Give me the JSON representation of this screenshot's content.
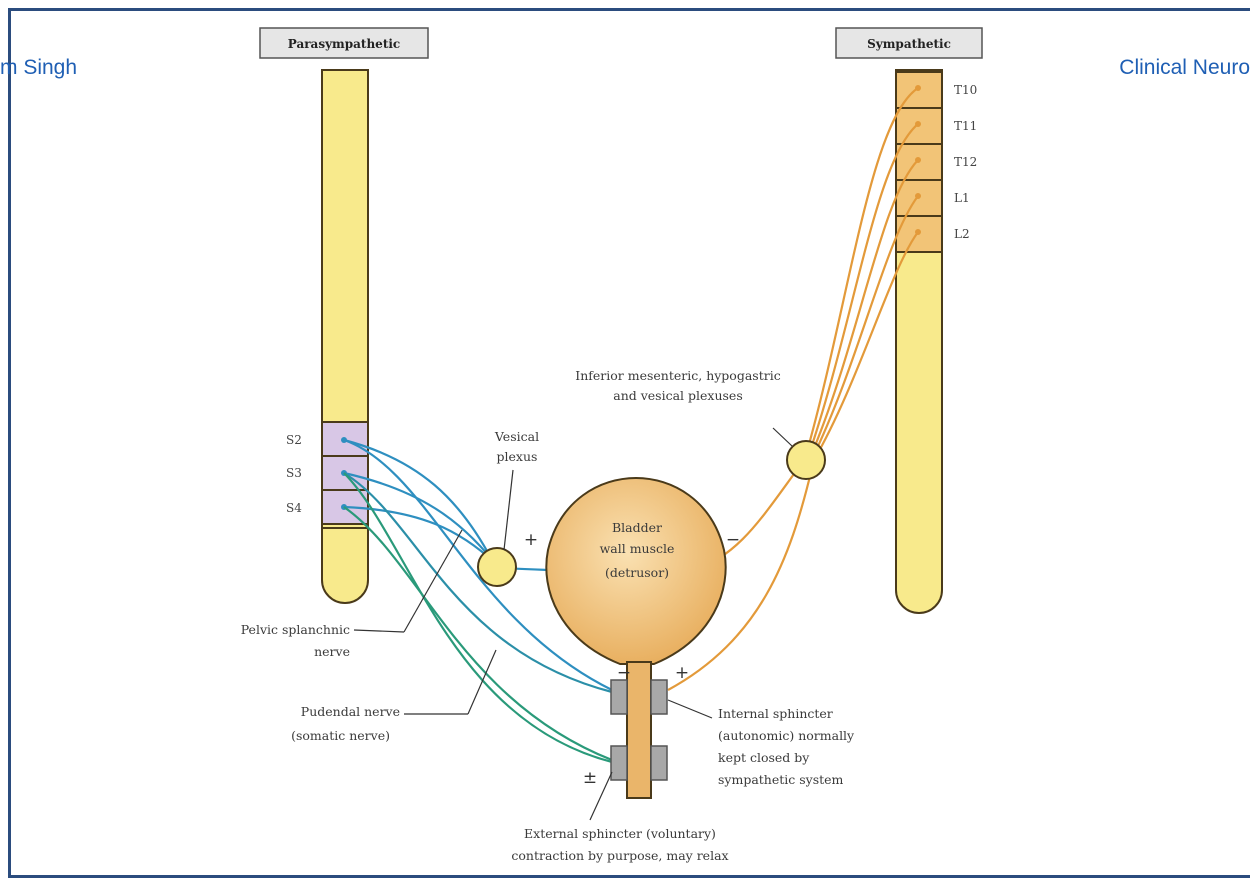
{
  "header": {
    "left_text": "m Singh",
    "right_text": "Clinical Neuro"
  },
  "diagram": {
    "parasympathetic_title": "Parasympathetic",
    "sympathetic_title": "Sympathetic",
    "sympathetic_segments": [
      "T10",
      "T11",
      "T12",
      "L1",
      "L2"
    ],
    "sacral_segments": [
      "S2",
      "S3",
      "S4"
    ],
    "inferior_plexus_label": [
      "Inferior mesenteric, hypogastric",
      "and vesical plexuses"
    ],
    "vesical_plexus_label": [
      "Vesical",
      "plexus"
    ],
    "bladder_label": [
      "Bladder",
      "wall muscle",
      "(detrusor)"
    ],
    "pelvic_splanchnic_label": [
      "Pelvic splanchnic",
      "nerve"
    ],
    "pudendal_label": [
      "Pudendal nerve",
      "(somatic nerve)"
    ],
    "internal_sphincter_label": [
      "Internal sphincter",
      "(autonomic) normally",
      "kept closed by",
      "sympathetic system"
    ],
    "external_sphincter_label": [
      "External sphincter (voluntary)",
      "contraction by purpose, may relax"
    ],
    "signs": {
      "plus_vesical": "+",
      "minus_bladder": "−",
      "minus_internal": "−",
      "plus_internal": "+",
      "pm_external": "±"
    },
    "colors": {
      "cord": "#f8ea8c",
      "cord_stroke": "#4a3a1a",
      "sym_segment": "#f2c477",
      "para_segment": "#d8c7e6",
      "sympathetic_nerve": "#e39a3a",
      "parasympathetic_nerve": "#2e8fc0",
      "somatic_nerve": "#2a9a7a",
      "bladder": "#f0c27a",
      "sphincter": "#a8a8a8"
    }
  }
}
